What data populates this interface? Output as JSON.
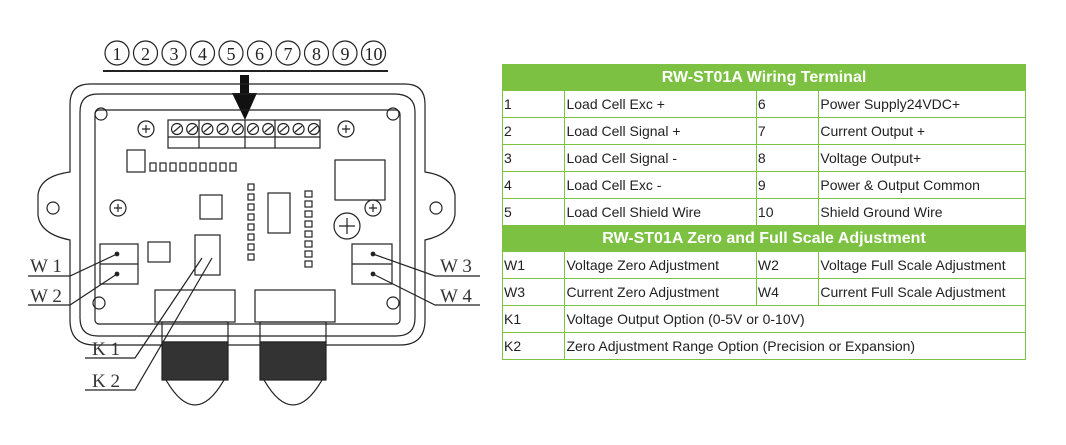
{
  "diagram": {
    "terminal_numbers": [
      "1",
      "2",
      "3",
      "4",
      "5",
      "6",
      "7",
      "8",
      "9",
      "10"
    ],
    "labels": {
      "w1": "W 1",
      "w2": "W 2",
      "w3": "W 3",
      "w4": "W 4",
      "k1": "K 1",
      "k2": "K 2"
    }
  },
  "wiring": {
    "title": "RW-ST01A Wiring Terminal",
    "rows": [
      {
        "left_no": "1",
        "left_desc": "Load Cell Exc +",
        "right_no": "6",
        "right_desc": "Power Supply24VDC+"
      },
      {
        "left_no": "2",
        "left_desc": "Load Cell Signal +",
        "right_no": "7",
        "right_desc": "Current Output +"
      },
      {
        "left_no": "3",
        "left_desc": "Load Cell Signal -",
        "right_no": "8",
        "right_desc": "Voltage Output+"
      },
      {
        "left_no": "4",
        "left_desc": "Load Cell Exc -",
        "right_no": "9",
        "right_desc": "Power & Output Common"
      },
      {
        "left_no": "5",
        "left_desc": "Load Cell Shield Wire",
        "right_no": "10",
        "right_desc": "Shield Ground Wire"
      }
    ]
  },
  "adjustment": {
    "title": "RW-ST01A Zero and Full Scale Adjustment",
    "pair_rows": [
      {
        "left_id": "W1",
        "left_desc": "Voltage Zero Adjustment",
        "right_id": "W2",
        "right_desc": "Voltage Full Scale Adjustment"
      },
      {
        "left_id": "W3",
        "left_desc": "Current Zero Adjustment",
        "right_id": "W4",
        "right_desc": "Current Full Scale Adjustment"
      }
    ],
    "single_rows": [
      {
        "id": "K1",
        "desc": "Voltage Output Option (0-5V or 0-10V)"
      },
      {
        "id": "K2",
        "desc": "Zero Adjustment Range Option (Precision or Expansion)"
      }
    ]
  },
  "colors": {
    "header_green": "#7dc142",
    "line": "#222222"
  }
}
